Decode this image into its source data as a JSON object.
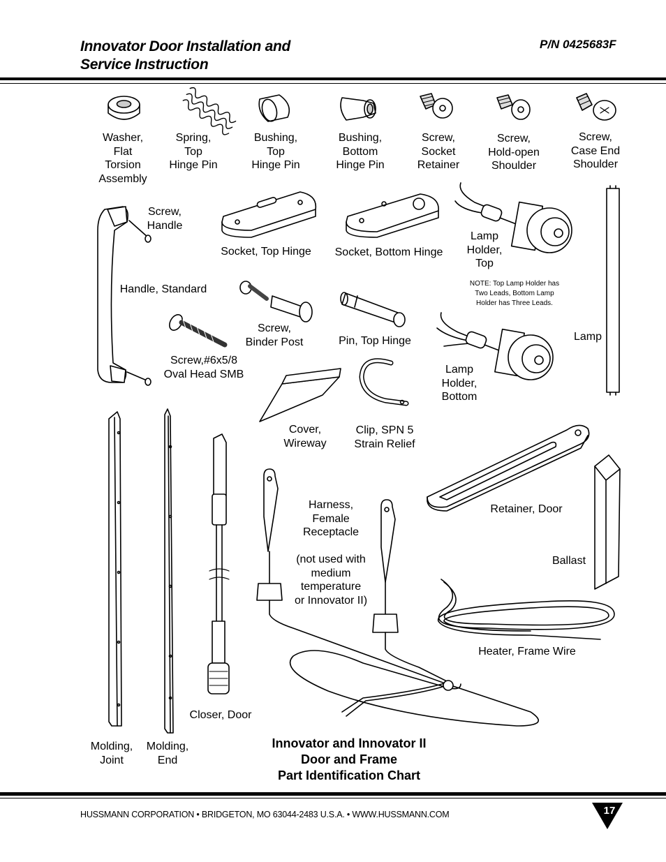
{
  "header": {
    "title_lines": [
      "Innovator Door Installation and",
      "Service Instruction"
    ],
    "part_number": "P/N 0425683F"
  },
  "parts": {
    "washer": [
      "Washer,",
      "Flat",
      "Torsion",
      "Assembly"
    ],
    "spring": [
      "Spring,",
      "Top",
      "Hinge Pin"
    ],
    "bushing_top": [
      "Bushing,",
      "Top",
      "Hinge Pin"
    ],
    "bushing_bottom": [
      "Bushing,",
      "Bottom",
      "Hinge Pin"
    ],
    "screw_socket": [
      "Screw,",
      "Socket",
      "Retainer"
    ],
    "screw_holdopen": [
      "Screw,",
      "Hold-open",
      "Shoulder"
    ],
    "screw_caseend": [
      "Screw,",
      "Case End",
      "Shoulder"
    ],
    "screw_handle": [
      "Screw,",
      "Handle"
    ],
    "socket_top": [
      "Socket, Top Hinge"
    ],
    "socket_bottom": [
      "Socket, Bottom Hinge"
    ],
    "lamp_holder_top": [
      "Lamp",
      "Holder,",
      "Top"
    ],
    "handle_standard": [
      "Handle, Standard"
    ],
    "note": [
      "NOTE: Top Lamp Holder has",
      "Two Leads, Bottom Lamp",
      "Holder has Three Leads."
    ],
    "screw_binder": [
      "Screw,",
      "Binder Post"
    ],
    "pin_top": [
      "Pin, Top Hinge"
    ],
    "lamp": [
      "Lamp"
    ],
    "screw_6x58": [
      "Screw,#6x5/8",
      "Oval Head SMB"
    ],
    "lamp_holder_bottom": [
      "Lamp",
      "Holder,",
      "Bottom"
    ],
    "cover_wireway": [
      "Cover,",
      "Wireway"
    ],
    "clip": [
      "Clip, SPN 5",
      "Strain Relief"
    ],
    "retainer_door": [
      "Retainer, Door"
    ],
    "harness": [
      "Harness,",
      "Female",
      "Receptacle",
      "",
      "(not used with",
      "medium",
      "temperature",
      "or Innovator II)"
    ],
    "ballast": [
      "Ballast"
    ],
    "heater": [
      "Heater, Frame Wire"
    ],
    "closer": [
      "Closer, Door"
    ],
    "molding_joint": [
      "Molding,",
      "Joint"
    ],
    "molding_end": [
      "Molding,",
      "End"
    ]
  },
  "chart_title_lines": [
    "Innovator and Innovator II",
    "Door and Frame",
    "Part Identification Chart"
  ],
  "footer": {
    "company": "HUSSMANN CORPORATION • BRIDGETON, MO  63044-2483  U.S.A. • WWW.HUSSMANN.COM",
    "page_number": "17"
  },
  "colors": {
    "ink": "#000000",
    "paper": "#ffffff"
  }
}
